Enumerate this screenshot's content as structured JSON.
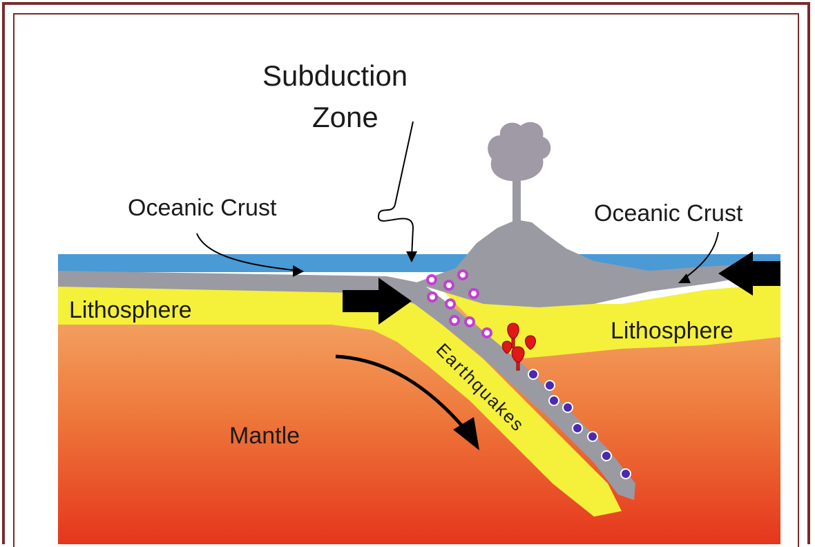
{
  "diagram": {
    "title_line1": "Subduction",
    "title_line2": "Zone",
    "left_crust_label": "Oceanic Crust",
    "right_crust_label": "Oceanic Crust",
    "left_lithosphere_label": "Lithosphere",
    "right_lithosphere_label": "Lithosphere",
    "mantle_label": "Mantle",
    "earthquakes_label": "Earthquakes",
    "colors": {
      "frame": "#7a2a2a",
      "ocean": "#4a9ad6",
      "crust": "#9a9aa2",
      "lithosphere": "#f5f03a",
      "mantle_top": "#f19a55",
      "mantle_bottom": "#e8361f",
      "shallow_quake": "#c040d0",
      "deep_quake": "#4a2ab0",
      "magma": "#e01818"
    }
  }
}
